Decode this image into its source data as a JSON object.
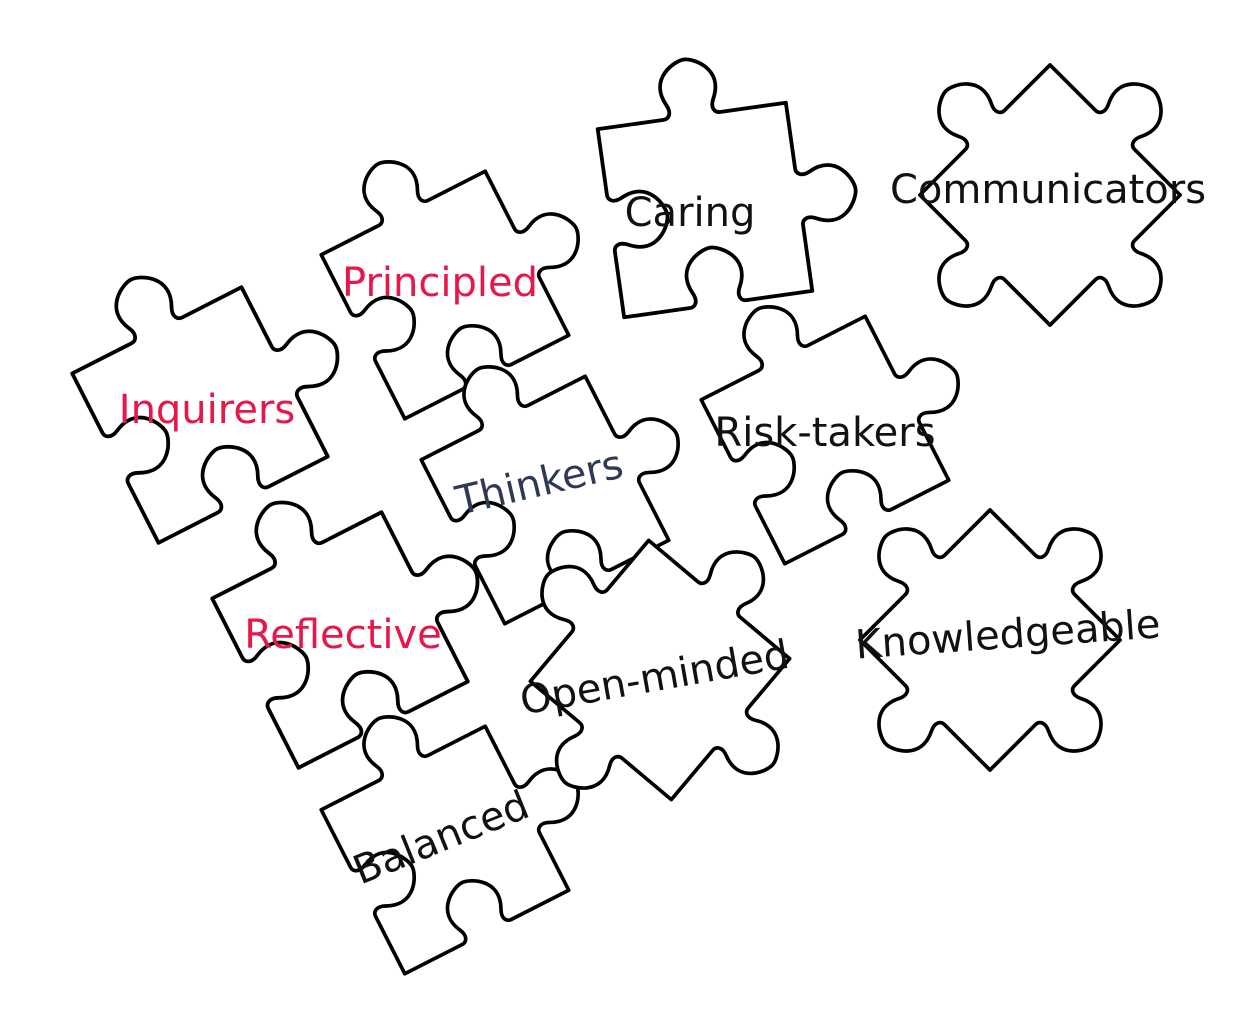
{
  "diagram": {
    "type": "puzzle-pieces",
    "colors": {
      "outline": "#000000",
      "fill": "#ffffff",
      "red_label": "#e8174a",
      "navy_label": "#2e3a55",
      "black_label": "#111111"
    },
    "pieces": [
      {
        "id": "caring",
        "label": "Caring",
        "color": "#111111"
      },
      {
        "id": "communicators",
        "label": "Communicators",
        "color": "#111111"
      },
      {
        "id": "principled",
        "label": "Principled",
        "color": "#e8174a"
      },
      {
        "id": "inquirers",
        "label": "Inquirers",
        "color": "#e8174a"
      },
      {
        "id": "thinkers",
        "label": "Thinkers",
        "color": "#2e3a55"
      },
      {
        "id": "risk-takers",
        "label": "Risk-takers",
        "color": "#111111"
      },
      {
        "id": "reflective",
        "label": "Reflective",
        "color": "#e8174a"
      },
      {
        "id": "knowledgeable",
        "label": "Knowledgeable",
        "color": "#111111"
      },
      {
        "id": "open-minded",
        "label": "Open-minded",
        "color": "#111111"
      },
      {
        "id": "balanced",
        "label": "Balanced",
        "color": "#111111"
      }
    ]
  }
}
